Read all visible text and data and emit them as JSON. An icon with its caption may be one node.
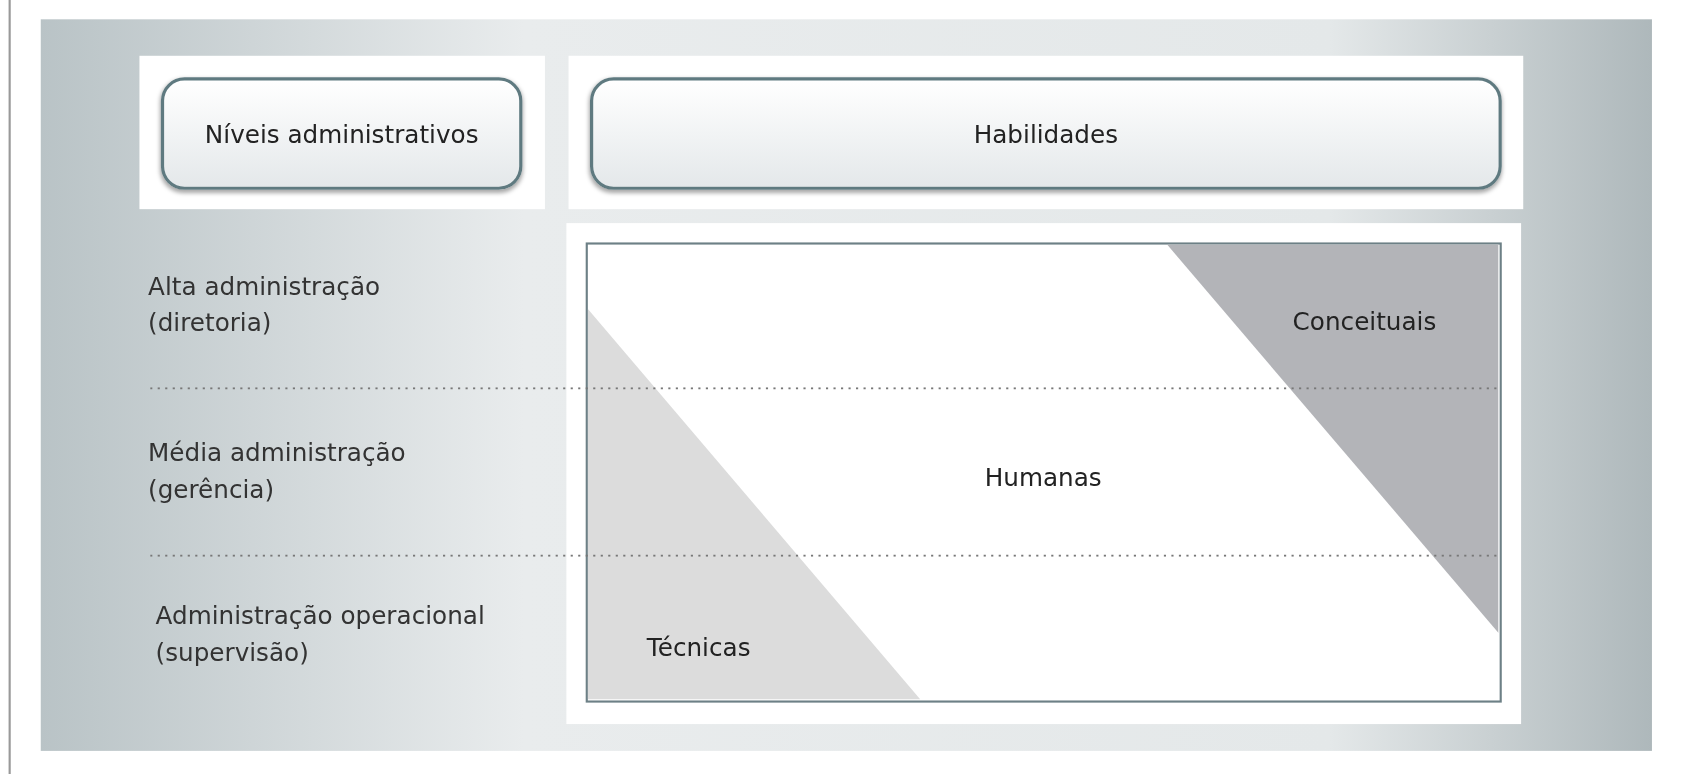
{
  "diagram": {
    "nodes": [
      {
        "text": [
          "Níveis administrativos"
        ]
      },
      {
        "text": [
          "Habilidades"
        ]
      },
      {
        "text": [
          "Humanas"
        ]
      },
      {
        "text": [
          "Conceituais"
        ],
        "in": 2
      },
      {
        "text": [
          "Técnicas"
        ],
        "in": 2
      }
    ],
    "edges": [],
    "labels": [
      "Alta administração (diretoria)",
      "Média administração (gerência)",
      "Administração operacional (supervisão)"
    ]
  }
}
